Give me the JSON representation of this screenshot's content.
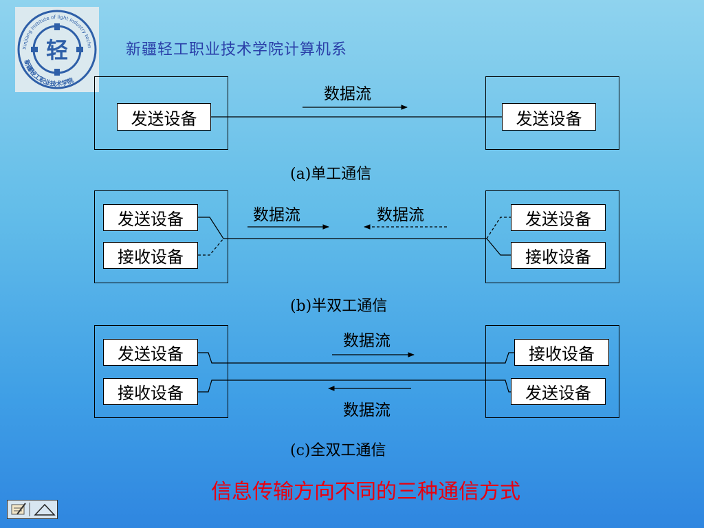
{
  "header": {
    "org_title": "新疆轻工职业技术学院计算机系",
    "logo_char": "轻",
    "logo_ring_text": "Xinjiang Institute of light Industry technology",
    "logo_bottom_text": "新疆轻工职业技术学院"
  },
  "diagram_a": {
    "left_device": "发送设备",
    "right_device": "发送设备",
    "flow_label": "数据流",
    "caption": "(a)单工通信"
  },
  "diagram_b": {
    "left_send": "发送设备",
    "left_recv": "接收设备",
    "right_send": "发送设备",
    "right_recv": "接收设备",
    "flow_label_right": "数据流",
    "flow_label_left": "数据流",
    "caption": "(b)半双工通信"
  },
  "diagram_c": {
    "left_send": "发送设备",
    "left_recv": "接收设备",
    "right_recv": "接收设备",
    "right_send": "发送设备",
    "flow_label_top": "数据流",
    "flow_label_bottom": "数据流",
    "caption": "(c)全双工通信"
  },
  "footer": {
    "note": "信息传输方向不同的三种通信方式"
  },
  "colors": {
    "footer_note": "#e8000f",
    "header_title": "#2a3fa8",
    "logo_blue": "#2e5fa8"
  }
}
